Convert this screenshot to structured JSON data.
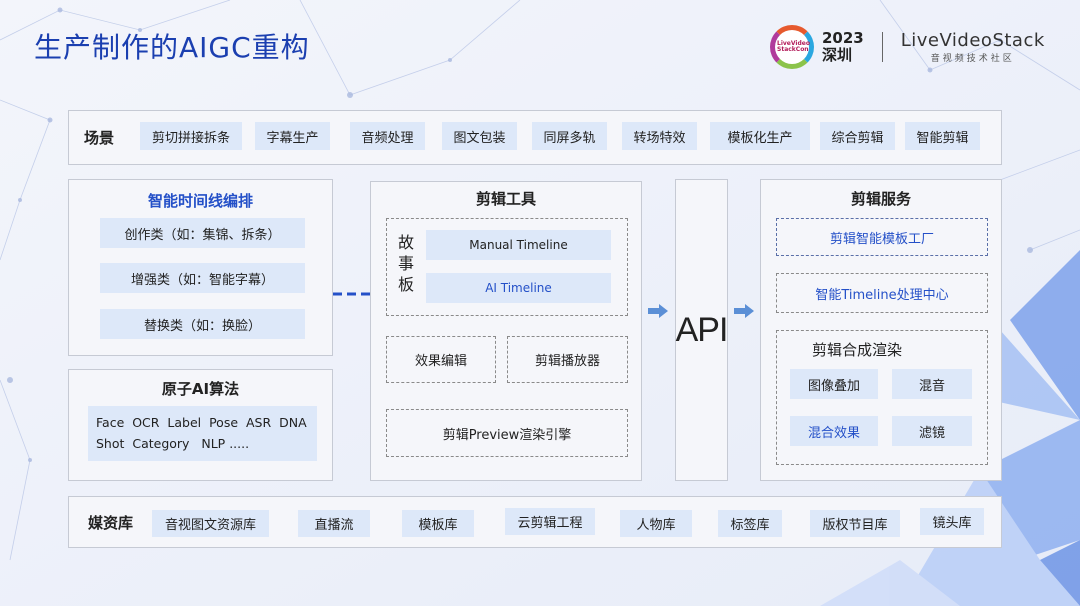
{
  "title": "生产制作的AIGC重构",
  "logo": {
    "badge_text": "LiveVideo StackCon",
    "year": "2023",
    "city": "深圳",
    "brand": "LiveVideoStack",
    "brand_sub": "音视频技术社区"
  },
  "scenes": {
    "label": "场景",
    "items": [
      "剪切拼接拆条",
      "字幕生产",
      "音频处理",
      "图文包装",
      "同屏多轨",
      "转场特效",
      "模板化生产",
      "综合剪辑",
      "智能剪辑"
    ]
  },
  "timeline": {
    "title": "智能时间线编排",
    "items": [
      "创作类（如：集锦、拆条）",
      "增强类（如：智能字幕）",
      "替换类（如：换脸）"
    ]
  },
  "algorithms": {
    "title": "原子AI算法",
    "line1": "Face  OCR  Label  Pose  ASR  DNA",
    "line2": "Shot  Category   NLP ....."
  },
  "tools": {
    "title": "剪辑工具",
    "story_label": "故事板",
    "manual": "Manual Timeline",
    "ai": "AI Timeline",
    "effects": "效果编辑",
    "player": "剪辑播放器",
    "preview": "剪辑Preview渲染引擎"
  },
  "api_label": "API",
  "services": {
    "title": "剪辑服务",
    "template_factory": "剪辑智能模板工厂",
    "timeline_center": "智能Timeline处理中心",
    "render": {
      "title": "剪辑合成渲染",
      "items": [
        "图像叠加",
        "混音",
        "混合效果",
        "滤镜"
      ]
    }
  },
  "media": {
    "label": "媒资库",
    "items": [
      "音视图文资源库",
      "直播流",
      "模板库",
      "云剪辑工程",
      "人物库",
      "标签库",
      "版权节目库",
      "镜头库"
    ]
  },
  "colors": {
    "title_blue": "#1b3fb0",
    "accent_blue": "#2450c8",
    "tag_bg": "#dde8f9",
    "arrow_blue": "#5b8fd6"
  }
}
